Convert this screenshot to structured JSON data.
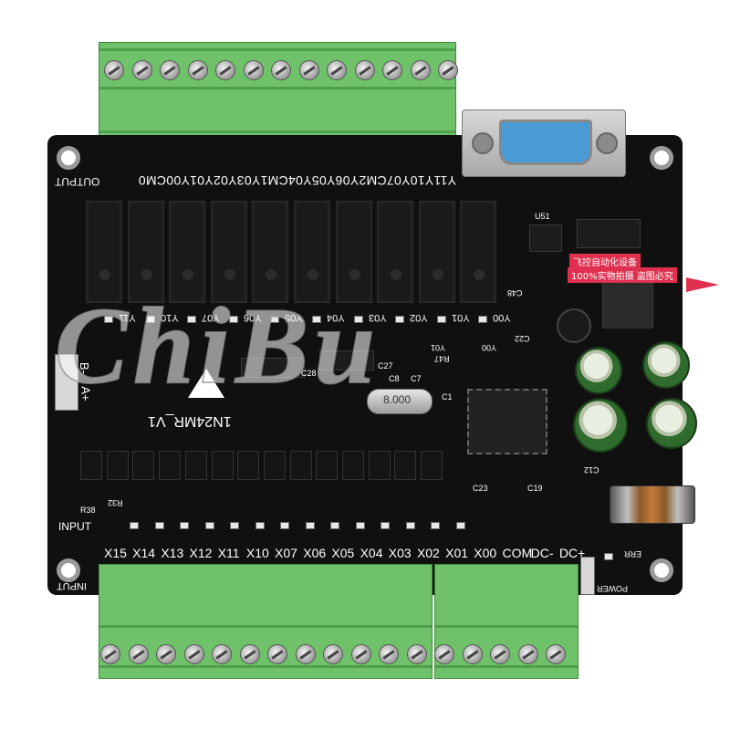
{
  "board": {
    "model": "1N24MR_V1",
    "output_title": "OUTPUT",
    "input_title": "INPUT",
    "input_title_2": "INPUT",
    "rs485_minus": "B-",
    "rs485_plus": "A+",
    "crystal": "8.000",
    "power_label": "POWER",
    "err_label": "ERR",
    "output_labels": "Y11Y10Y07CM2Y06Y05Y04CM1Y03Y02Y01Y00CM0",
    "input_labels": [
      "X15",
      "X14",
      "X13",
      "X12",
      "X11",
      "X10",
      "X07",
      "X06",
      "X05",
      "X04",
      "X03",
      "X02",
      "X01",
      "X00",
      "COM",
      "DC-",
      "DC+"
    ],
    "relay_labels": [
      "Y11",
      "Y10",
      "Y07",
      "Y06",
      "Y05",
      "Y04",
      "Y03",
      "Y02",
      "Y01",
      "Y00"
    ],
    "components": {
      "u51": "U51",
      "c48": "C48",
      "c22": "C22",
      "c23": "C23",
      "c19": "C19",
      "c12": "C12",
      "c7": "C7",
      "c8": "C8",
      "c27": "C27",
      "c28": "C28",
      "c1": "C1",
      "r47": "R47",
      "r38": "R38",
      "r32": "R32",
      "y01": "Y01",
      "y00": "Y00"
    }
  },
  "tags": {
    "line1": "飞控自动化设备",
    "line2": "100%实物拍摄 盗图必究"
  },
  "watermark": "ChiBu"
}
